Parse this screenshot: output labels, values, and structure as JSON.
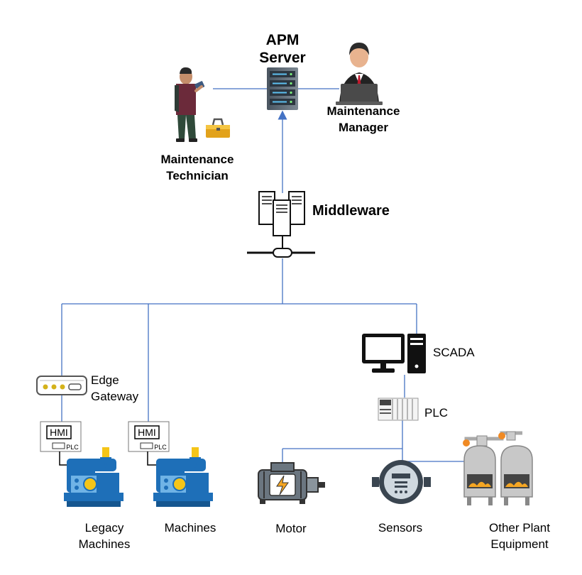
{
  "server": {
    "line1": "APM",
    "line2": "Server"
  },
  "manager": {
    "line1": "Maintenance",
    "line2": "Manager"
  },
  "technician": {
    "line1": "Maintenance",
    "line2": "Technician"
  },
  "middleware": {
    "label": "Middleware"
  },
  "scada": {
    "label": "SCADA"
  },
  "plc": {
    "label": "PLC"
  },
  "edge_gateway": {
    "line1": "Edge",
    "line2": "Gateway"
  },
  "hmi_panel": {
    "hmi_text": "HMI",
    "plc_text": "PLC"
  },
  "equipment": {
    "legacy": {
      "line1": "Legacy",
      "line2": "Machines"
    },
    "machines": {
      "label": "Machines"
    },
    "motor": {
      "label": "Motor"
    },
    "sensors": {
      "label": "Sensors"
    },
    "other": {
      "line1": "Other Plant",
      "line2": "Equipment"
    }
  },
  "colors": {
    "connector": "#4472c4",
    "machine_blue": "#1e6fb8",
    "machine_yellow": "#f5c518",
    "gear_orange": "#f08a24",
    "tank_grey": "#c8c8c8"
  }
}
